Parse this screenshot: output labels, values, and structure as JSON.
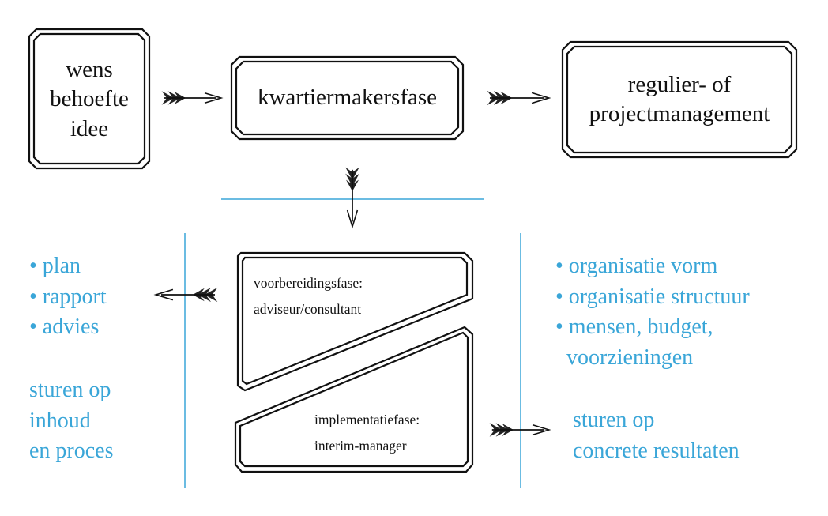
{
  "boxes": {
    "wens": [
      "wens",
      "behoefte",
      "idee"
    ],
    "kwartier": "kwartiermakersfase",
    "regulier": [
      "regulier- of",
      "projectmanagement"
    ]
  },
  "phases": {
    "voorbereiding": [
      "voorbereidingsfase:",
      "adviseur/consultant"
    ],
    "implementatie": [
      "implementatiefase:",
      "interim-manager"
    ]
  },
  "left": {
    "bullets": [
      "• plan",
      "• rapport",
      "• advies"
    ],
    "steering": [
      "sturen op",
      "inhoud",
      "en proces"
    ]
  },
  "right": {
    "bullets": [
      "• organisatie vorm",
      "• organisatie structuur",
      "• mensen, budget,",
      "  voorzieningen"
    ],
    "steering": [
      "sturen op",
      "concrete resultaten"
    ]
  },
  "colors": {
    "accent": "#3aa6d8",
    "ink": "#111111"
  }
}
